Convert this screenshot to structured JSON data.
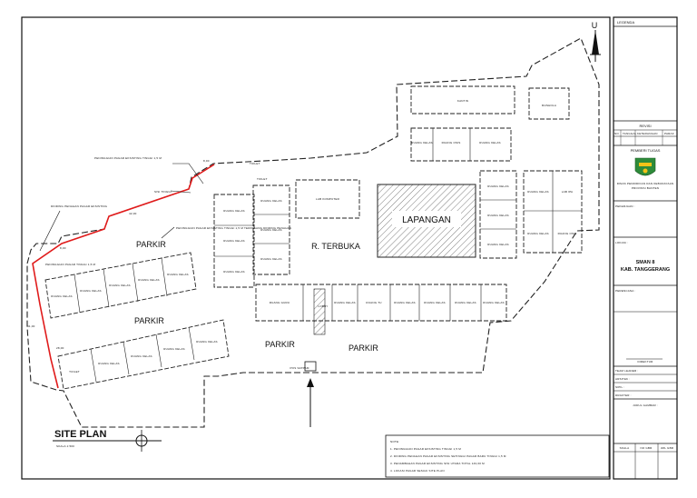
{
  "drawing": {
    "areas": {
      "lapangan": "LAPANGAN",
      "r_terbuka": "R. TERBUKA",
      "parkir": "PARKIR",
      "kantin": "KANTIN",
      "mushola": "MUSHOLA",
      "toilet": "TOILET",
      "lab_komputer": "LAB KOMPUTER",
      "lobby": "LOBBY",
      "pos_satpam": "POS SATPAM",
      "lab_ipa": "LAB IPA",
      "ruang_kelas": "RUANG KELAS",
      "ruang_guru": "RUANG GURU",
      "ruang_tu": "RUANG TU",
      "ruang_osis": "RUANG OSIS",
      "north": "U"
    },
    "notes": {
      "n1": "PENINGGIAN PAGAR EKSISTING TINGGI 1,5 M",
      "n2": "PENINGGIAN PAGAR EKSISTING TINGGI 1,5 M SETELAH TERPASANG DINDING PENAHAN",
      "n3": "SISI TINGGI",
      "n4": "PENINGGIAN PAGAR EKSISTING TINGGI 1,5 M TERPASANG DINDING PENAHAN",
      "n5": "DINDING PENAHAN PAGAR EKSISTING",
      "n6": "PENINGGIAN PAGAR TINGGI 1,5 M"
    },
    "dims": {
      "d1": "8,00",
      "d2": "42,00",
      "d3": "41,00",
      "d4": "8,00",
      "d5": "28,00"
    },
    "site_plan": {
      "title": "SITE PLAN",
      "scale": "SKALA 1:500"
    },
    "catatan": {
      "heading": "NOTE:",
      "lines": [
        "1. PENINGGIAN PAGAR EKSISTING TINGGI 1,5 M",
        "2. DINDING PENAHAN PAGAR EKSISTING SETINGGI PAGAR BARU TINGGI 1,5 M",
        "3. PENAMBAHAN PAGAR EKSISTING SISI UTARA TOTAL 143,00 M",
        "4. LOKASI PAGAR SESUAI SITE PLAN"
      ]
    }
  },
  "title_block": {
    "legenda": "LEGENDA",
    "revisi": "REVISI",
    "revisi_cols": [
      "NO",
      "TANGGAL",
      "KETERANGAN",
      "PARAF"
    ],
    "pemberi_tugas": "PEMBERI TUGAS",
    "dinas": "DINAS PENDIDIKAN DAN KEBUDAYAAN",
    "provinsi": "PROVINSI BANTEN",
    "pekerjaan": "PEKERJAAN :",
    "lokasi": "LOKASI :",
    "school_line1": "SMAN 8",
    "school_line2": "KAB. TANGGERANG",
    "perencana": "PERENCANA :",
    "stamp": "DIREKTUR",
    "team_leader": "TEAM LEADER :",
    "arsitek": "ARSITEK :",
    "sipil": "SIPIL :",
    "drafter": "DRAFTER :",
    "judul_gambar": "JUDUL GAMBAR :",
    "bottom_cols": [
      "SKALA",
      "NO GBR",
      "JML GBR"
    ]
  },
  "colors": {
    "line": "#111111",
    "fence_red": "#e01b1b",
    "emblem_green": "#2e8b3a",
    "emblem_yellow": "#f2c318"
  }
}
